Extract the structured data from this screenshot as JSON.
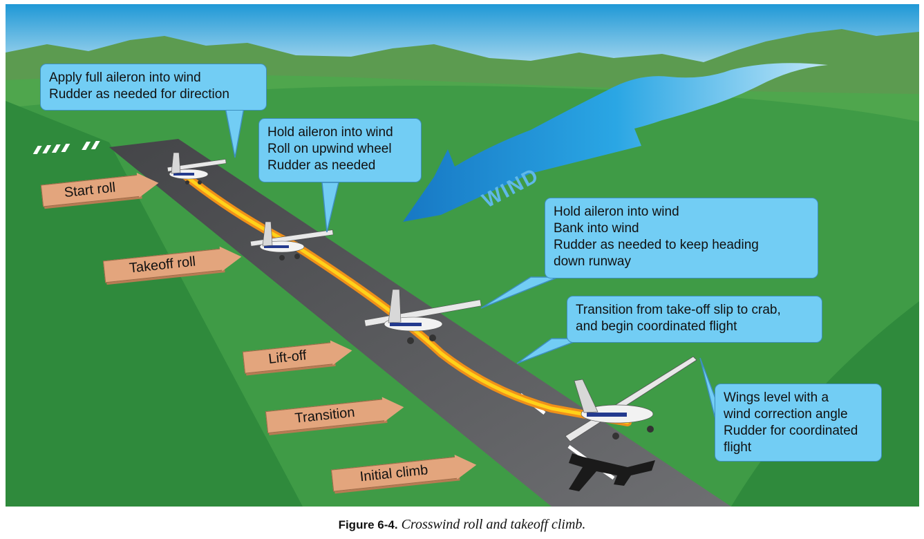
{
  "callouts": {
    "start_roll": [
      "Apply full aileron into wind",
      "Rudder as needed for direction"
    ],
    "takeoff_roll": [
      "Hold aileron into wind",
      "Roll on upwind wheel",
      "Rudder as needed"
    ],
    "lift_off": [
      "Hold aileron into wind",
      "Bank into wind",
      "Rudder as needed to keep heading",
      "down runway"
    ],
    "transition": [
      "Transition from take-off slip to crab,",
      "and begin coordinated flight"
    ],
    "initial_climb": [
      "Wings level with a",
      "wind correction angle",
      "Rudder for coordinated",
      "flight"
    ]
  },
  "phases": [
    "Start roll",
    "Takeoff roll",
    "Lift-off",
    "Transition",
    "Initial climb"
  ],
  "wind_label": "WIND",
  "caption": {
    "number": "Figure 6-4.",
    "title": "Crosswind roll and takeoff climb."
  },
  "colors": {
    "sky": "#2aa0d8",
    "mountains": "#5c9b50",
    "grass": "#3e9a44",
    "runway": "#5b5c5e",
    "callout": "#72cdf4",
    "phase_label": "#e3a57d",
    "wind_arrow": "#1b8fcf",
    "path": "#f5a623"
  }
}
